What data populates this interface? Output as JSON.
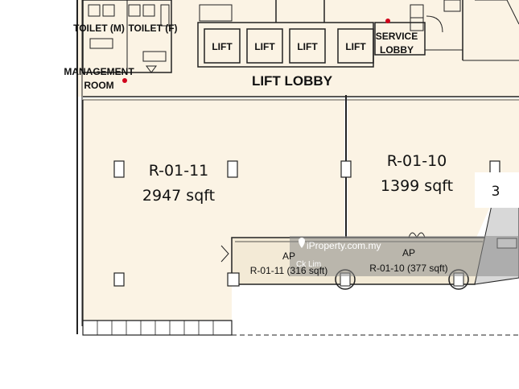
{
  "labels": {
    "toilet_m": "TOILET (M)",
    "toilet_f": "TOILET (F)",
    "management_1": "MANAGEMENT",
    "management_2": "ROOM",
    "lift": "LIFT",
    "service_1": "SERVICE",
    "service_2": "LOBBY",
    "lift_lobby": "LIFT LOBBY"
  },
  "units": [
    {
      "id": "R-01-11",
      "area": "2947 sqft"
    },
    {
      "id": "R-01-10",
      "area": "1399 sqft"
    }
  ],
  "ap_units": [
    {
      "tag": "AP",
      "line": "R-01-11 (316 sqft)"
    },
    {
      "tag": "AP",
      "line": "R-01-10 (377 sqft)"
    }
  ],
  "edge_number": "3",
  "watermark": {
    "brand": "iProperty.com.my",
    "sub": "Ck Lim"
  },
  "colors": {
    "floor_fill": "#fbf3e4",
    "line": "#222222",
    "watermark_band": "#8a8a8a"
  }
}
